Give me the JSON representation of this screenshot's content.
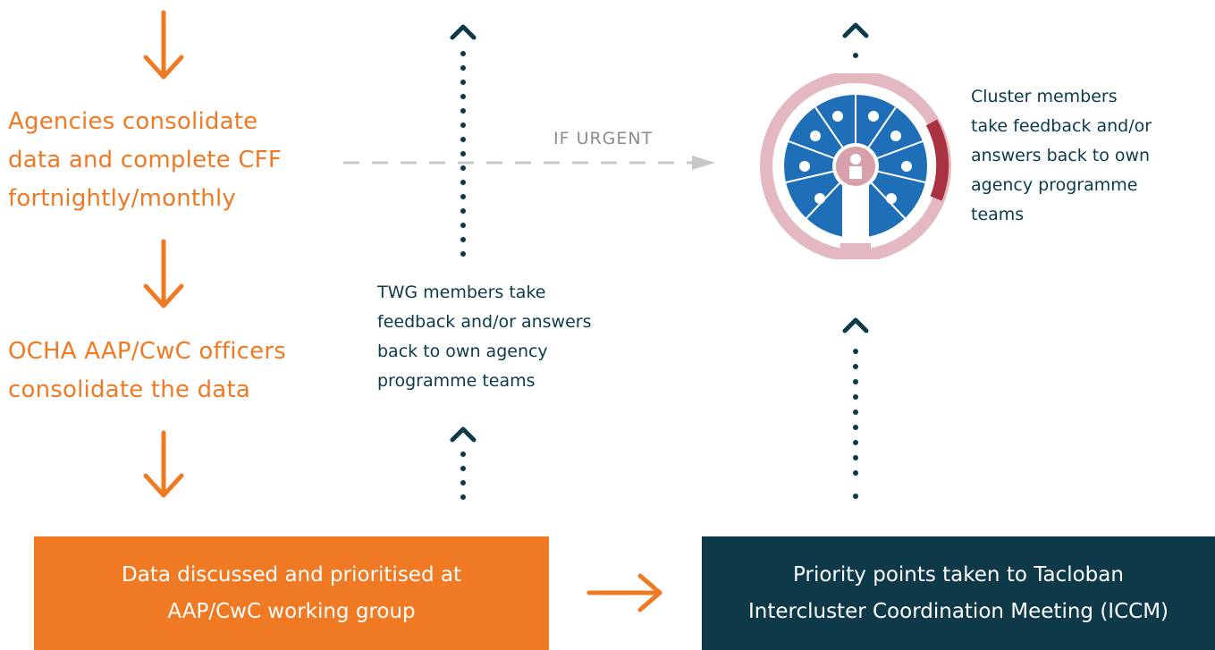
{
  "left_flow": {
    "step1_lines": [
      "Agencies consolidate",
      "data and complete CFF",
      "fortnightly/monthly"
    ],
    "step2_lines": [
      "OCHA AAP/CwC officers",
      "consolidate the data"
    ]
  },
  "middle": {
    "urgent_label": "IF URGENT",
    "twg_lines": [
      "TWG members take",
      "feedback and/or answers",
      "back to own agency",
      "programme teams"
    ]
  },
  "right": {
    "cluster_lines": [
      "Cluster members",
      "take feedback and/or",
      "answers back to own",
      "agency programme",
      "teams"
    ],
    "cluster_graphic": "cluster-wheel-icon"
  },
  "boxes": {
    "working_group_lines": [
      "Data discussed and prioritised at",
      "AAP/CwC working group"
    ],
    "iccm_lines": [
      "Priority points taken to Tacloban",
      "Intercluster Coordination Meeting (ICCM)"
    ]
  },
  "colors": {
    "orange": "#f07a23",
    "teal": "#0d3949",
    "dash_gray": "#c7c7c7",
    "wheel_blue": "#1f6fb8",
    "wheel_pink": "#e4b8c0"
  }
}
